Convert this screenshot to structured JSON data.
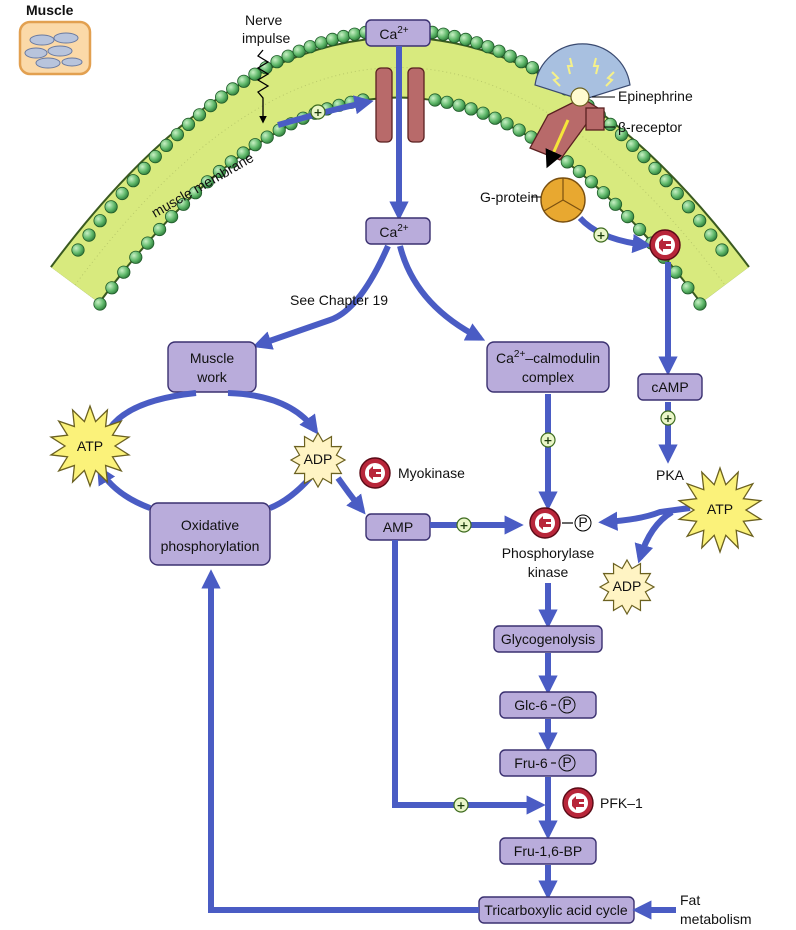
{
  "tissue_label": "Muscle",
  "nerve_impulse": [
    "Nerve",
    "impulse"
  ],
  "membrane_label": "muscle membrane",
  "ca_top": [
    "Ca",
    "2+"
  ],
  "ca_mid": [
    "Ca",
    "2+"
  ],
  "epinephrine": "Epinephrine",
  "beta_receptor": "β-receptor",
  "g_protein": "G-protein",
  "see_chapter": "See Chapter 19",
  "muscle_work": [
    "Muscle",
    "work"
  ],
  "calmodulin": [
    "Ca",
    "2+",
    "–calmodulin",
    "complex"
  ],
  "camp": "cAMP",
  "pka": "PKA",
  "atp_left": "ATP",
  "atp_right": "ATP",
  "adp_left": "ADP",
  "adp_right": "ADP",
  "myokinase": "Myokinase",
  "amp": "AMP",
  "oxphos": [
    "Oxidative",
    "phosphorylation"
  ],
  "phosphorylase_kinase": [
    "Phosphorylase",
    "kinase"
  ],
  "phospho_p": "P",
  "glycogenolysis": "Glycogenolysis",
  "glc6p": "Glc-6",
  "fru6p": "Fru-6",
  "pfk": "PFK–1",
  "fru16bp": "Fru-1,6-BP",
  "tca": "Tricarboxylic acid cycle",
  "fat_metabolism": [
    "Fat",
    "metabolism"
  ],
  "plus_sign": "+",
  "colors": {
    "node_fill": "#b9acdb",
    "arrow": "#4a5cc4",
    "membrane": "#d8ea7e",
    "bead": "#5fb86a",
    "enzyme": "#b8263a",
    "atp": "#fbf27a"
  }
}
